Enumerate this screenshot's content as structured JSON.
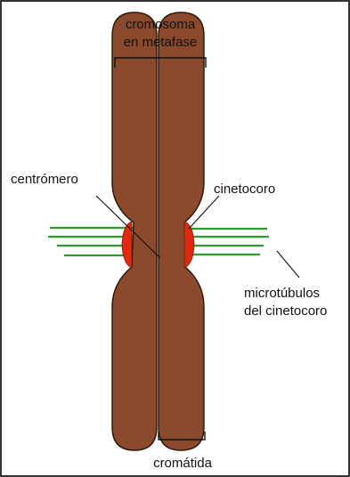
{
  "labels": {
    "chromosome_line1": "cromosoma",
    "chromosome_line2": "en metafase",
    "centromere": "centrómero",
    "kinetochore": "cinetocoro",
    "microtubules_line1": "microtúbulos",
    "microtubules_line2": "del cinetocoro",
    "chromatid": "cromátida"
  },
  "colors": {
    "chromatid_fill": "#8b4a2c",
    "chromatid_outline": "#2a1408",
    "kinetochore": "#e02a10",
    "microtubule": "#2f9a2f",
    "frame": "#000000"
  }
}
